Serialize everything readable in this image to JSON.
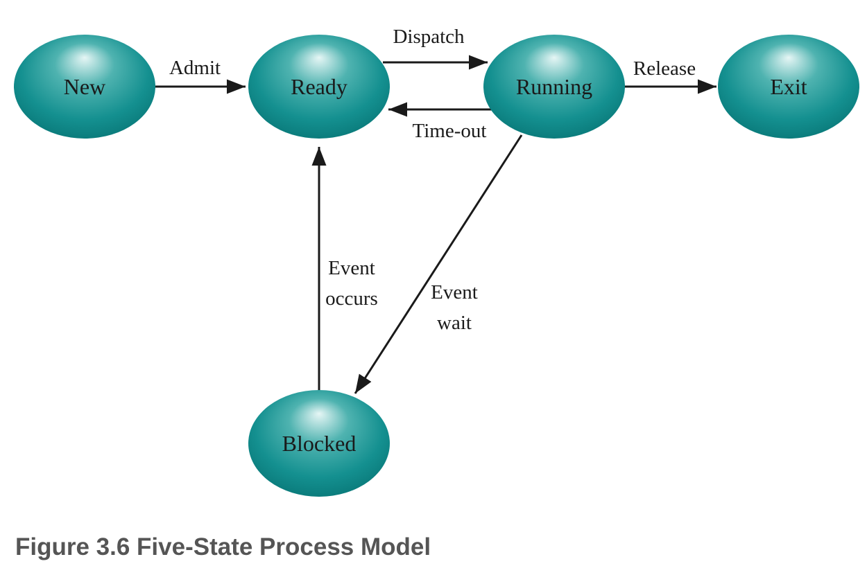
{
  "states": {
    "new": "New",
    "ready": "Ready",
    "running": "Running",
    "exit": "Exit",
    "blocked": "Blocked"
  },
  "transitions": {
    "admit": "Admit",
    "dispatch": "Dispatch",
    "timeout": "Time-out",
    "release": "Release",
    "event_occurs": [
      "Event",
      "occurs"
    ],
    "event_wait": [
      "Event",
      "wait"
    ]
  },
  "caption": "Figure 3.6 Five-State Process Model",
  "colors": {
    "node_core": "#e6f6f5",
    "node_mid": "#4fb3b0",
    "node_edge": "#0a7a7a",
    "line": "#1a1a1a",
    "caption": "#555555"
  }
}
